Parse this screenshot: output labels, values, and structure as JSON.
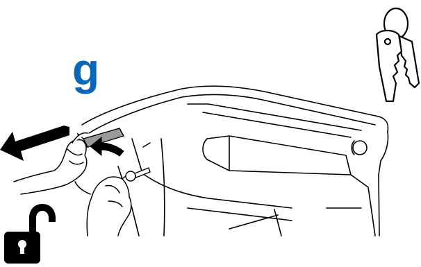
{
  "step": {
    "letter": "g",
    "accent_color": "#0a66b6"
  },
  "illustration": {
    "subject": "printer-side-panel",
    "arrow_direction": "left",
    "icons": [
      "key-icon",
      "unlock-icon"
    ]
  }
}
